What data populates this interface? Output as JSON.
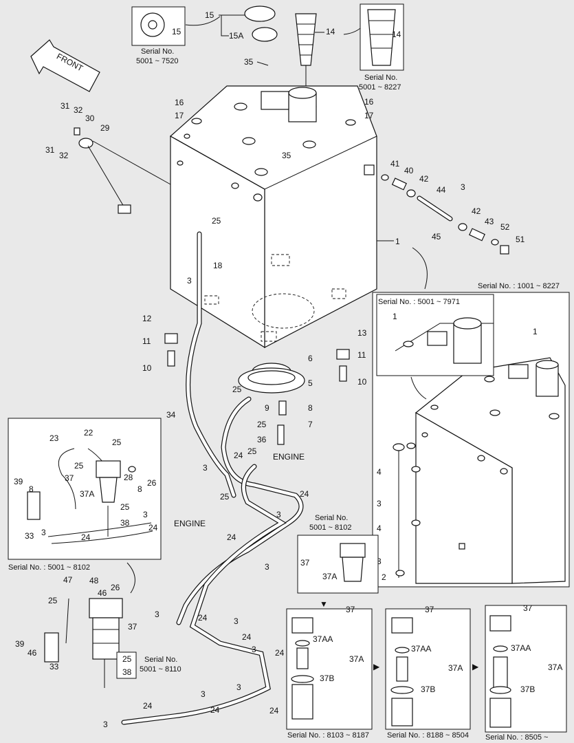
{
  "front_label": "FRONT",
  "engine_label": "ENGINE",
  "serial": {
    "s1": "Serial No.",
    "s1v": "5001 ~ 7520",
    "s2": "Serial No.",
    "s2v": "5001 ~ 8227",
    "s3": "Serial No. : 1001 ~ 8227",
    "s4": "Serial No. : 5001 ~ 7971",
    "s5": "Serial No. : 5001 ~ 8102",
    "s6": "Serial No.",
    "s6v": "5001 ~ 8102",
    "s7": "Serial No.",
    "s7v": "5001 ~ 8110",
    "s8": "Serial No. : 8103 ~ 8187",
    "s9": "Serial No. : 8188 ~ 8504",
    "s10": "Serial No. : 8505 ~"
  },
  "parts": {
    "p1": "1",
    "p2": "2",
    "p3": "3",
    "p4": "4",
    "p5": "5",
    "p6": "6",
    "p7": "7",
    "p8": "8",
    "p9": "9",
    "p10": "10",
    "p11": "11",
    "p12": "12",
    "p13": "13",
    "p14": "14",
    "p15": "15",
    "p15a": "15A",
    "p16": "16",
    "p17": "17",
    "p18": "18",
    "p22": "22",
    "p23": "23",
    "p24": "24",
    "p25": "25",
    "p26": "26",
    "p28": "28",
    "p29": "29",
    "p30": "30",
    "p31": "31",
    "p32": "32",
    "p33": "33",
    "p34": "34",
    "p35": "35",
    "p36": "36",
    "p37": "37",
    "p37a": "37A",
    "p37aa": "37AA",
    "p37b": "37B",
    "p38": "38",
    "p39": "39",
    "p40": "40",
    "p41": "41",
    "p42": "42",
    "p43": "43",
    "p44": "44",
    "p45": "45",
    "p46": "46",
    "p47": "47",
    "p48": "48",
    "p51": "51",
    "p52": "52"
  }
}
